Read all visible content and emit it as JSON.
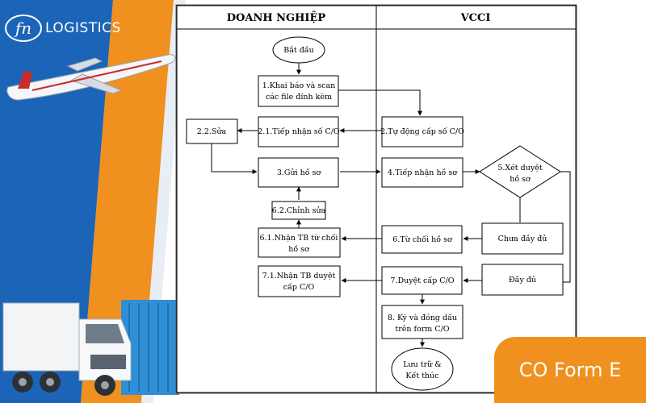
{
  "brand": {
    "logo_mark": "fn",
    "logo_text": "LOGISTICS",
    "badge_text": "CO Form E",
    "colors": {
      "blue": "#1c64b8",
      "orange": "#f0901e",
      "paper": "#ffffff",
      "ink": "#000000"
    }
  },
  "flowchart": {
    "lanes": [
      "DOANH NGHIỆP",
      "VCCI"
    ],
    "nodes": {
      "start": "Bắt đầu",
      "n1": [
        "1.Khai báo và scan",
        "các file đính kèm"
      ],
      "n21": "2.1.Tiếp nhận số C/O",
      "n22": "2.2.Sửa",
      "n2": "2.Tự động cấp số C/O",
      "n3": "3.Gửi hồ sơ",
      "n4": "4.Tiếp nhận hồ sơ",
      "n5": [
        "5.Xét duyệt",
        "hồ sơ"
      ],
      "n62": "6.2.Chỉnh sửa",
      "n61": [
        "6.1.Nhận TB từ chối",
        "hồ sơ"
      ],
      "n6": "6.Từ chối hồ sơ",
      "incomplete": "Chưa đầy đủ",
      "n71": [
        "7.1.Nhận TB duyệt",
        "cấp C/O"
      ],
      "n7": "7.Duyệt cấp C/O",
      "complete": "Đầy đủ",
      "n8": [
        "8. Ký và đóng dấu",
        "trên form C/O"
      ],
      "end": [
        "Lưu trữ &",
        "Kết thúc"
      ]
    }
  }
}
